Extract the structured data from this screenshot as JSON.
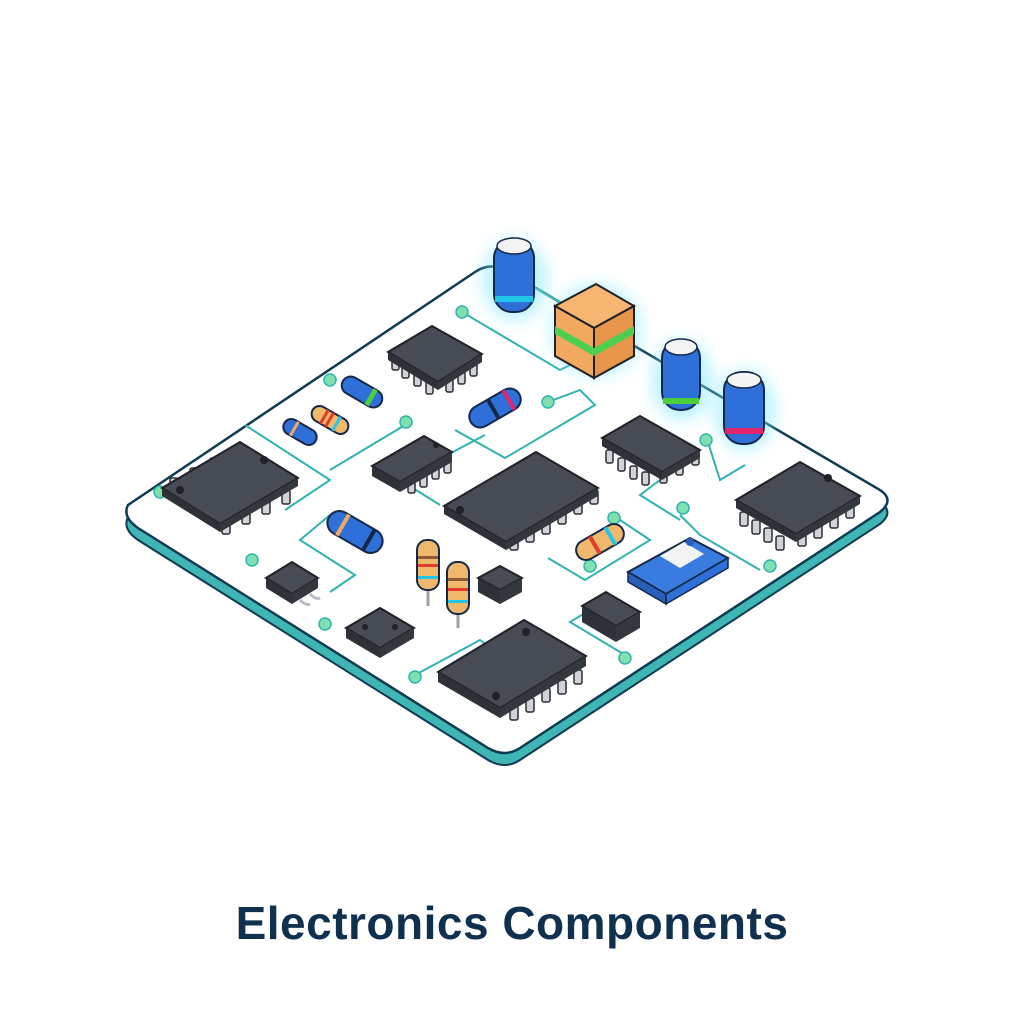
{
  "caption": {
    "title": "Electronics Components"
  },
  "colors": {
    "board_face": "#ffffff",
    "board_edge": "#3fb6b4",
    "board_outline": "#0e3a52",
    "trace": "#2fb3b0",
    "pad": "#7fe0b0",
    "ic_body": "#3b3f47",
    "ic_top": "#464b54",
    "pin": "#d0d4d8",
    "capacitor_blue": "#2f6fd8",
    "capacitor_top": "#f4f4f4",
    "inductor_orange": "#f1a95f",
    "inductor_band": "#4ccf4f",
    "resistor_tan": "#f0b86a",
    "title": "#10304f"
  },
  "components": {
    "electrolytic_capacitors": [
      {
        "name": "capacitor-1",
        "band": "#22c7e8"
      },
      {
        "name": "capacitor-2",
        "band": "#4ccf3a"
      },
      {
        "name": "capacitor-3",
        "band": "#e2246b"
      }
    ],
    "inductor": {
      "name": "inductor-cube",
      "band": "#4ccf4f"
    },
    "ics": [
      "ic-left",
      "ic-top",
      "ic-mid-small",
      "ic-center",
      "ic-right-small",
      "ic-right",
      "ic-bottom"
    ],
    "resistors": [
      "resistor-blue-1",
      "resistor-tan-1",
      "resistor-blue-2",
      "resistor-blue-3",
      "resistor-tan-2",
      "resistor-vertical-1",
      "resistor-vertical-2"
    ],
    "small_packages": [
      "transistor-sot",
      "regulator-4pin",
      "smd-cube",
      "diode-block",
      "smd-blue-capacitor"
    ]
  }
}
